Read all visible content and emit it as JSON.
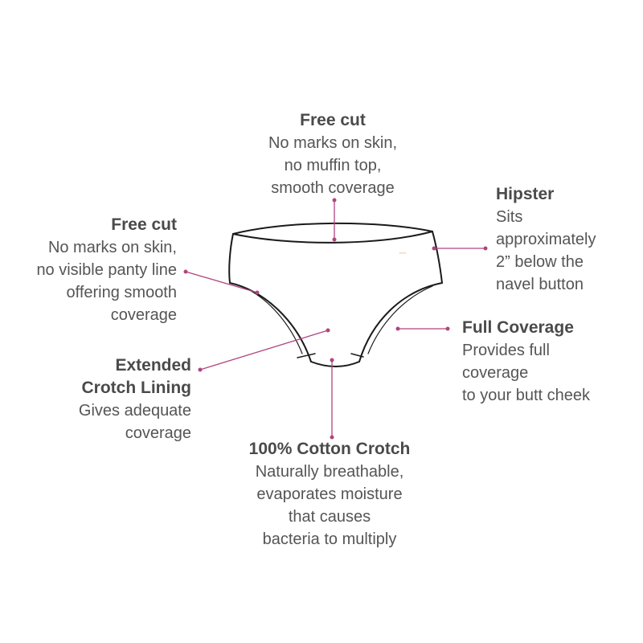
{
  "annotations": {
    "top_free_cut": {
      "title": "Free cut",
      "lines": [
        "No marks on skin,",
        "no muffin top,",
        "smooth coverage"
      ]
    },
    "left_free_cut": {
      "title": "Free cut",
      "lines": [
        "No marks on skin,",
        "no visible panty line",
        "offering smooth",
        "coverage"
      ]
    },
    "hipster": {
      "title": "Hipster",
      "lines": [
        "Sits",
        "approximately",
        "2” below the",
        "navel button"
      ]
    },
    "full_coverage": {
      "title": "Full Coverage",
      "lines": [
        "Provides full",
        "coverage",
        "to your butt cheek"
      ]
    },
    "extended_crotch": {
      "title_lines": [
        "Extended",
        "Crotch Lining"
      ],
      "lines": [
        "Gives adequate",
        "coverage"
      ]
    },
    "cotton_crotch": {
      "title": "100% Cotton Crotch",
      "lines": [
        "Naturally breathable,",
        "evaporates moisture",
        "that causes",
        "bacteria to multiply"
      ]
    }
  },
  "colors": {
    "leader_line": "#b0457f",
    "garment_outline": "#1a1a1a",
    "text": "#555555"
  }
}
